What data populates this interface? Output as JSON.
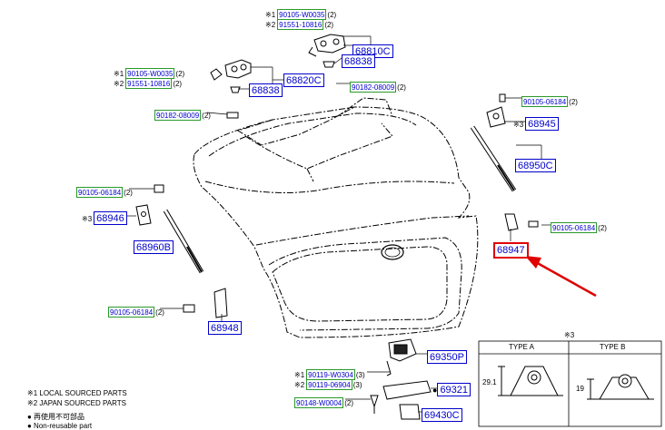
{
  "colors": {
    "part_link": "#0000cc",
    "bolt_border": "#2a9a2a",
    "highlight": "#e00000",
    "line": "#000000"
  },
  "callouts": {
    "c1": {
      "mark": "※1",
      "part": "90105-W0035",
      "qty": "(2)"
    },
    "c2": {
      "mark": "※2",
      "part": "91551-10816",
      "qty": "(2)"
    },
    "c3": {
      "part": "68810C"
    },
    "c4": {
      "part": "68838"
    },
    "c5": {
      "mark": "※1",
      "part": "90105-W0035",
      "qty": "(2)"
    },
    "c6": {
      "mark": "※2",
      "part": "91551-10816",
      "qty": "(2)"
    },
    "c7": {
      "part": "68820C"
    },
    "c8": {
      "part": "68838"
    },
    "c9": {
      "part": "90182-08009",
      "qty": "(2)"
    },
    "c10": {
      "part": "90182-08009",
      "qty": "(2)"
    },
    "c11": {
      "part": "90105-06184",
      "qty": "(2)"
    },
    "c12": {
      "mark": "※3",
      "part": "68945"
    },
    "c13": {
      "part": "68950C"
    },
    "c14": {
      "part": "90105-06184",
      "qty": "(2)"
    },
    "c15": {
      "mark": "※3",
      "part": "68946"
    },
    "c16": {
      "part": "68960B"
    },
    "c17": {
      "part": "90105-06184",
      "qty": "(2)"
    },
    "c18": {
      "part": "68947"
    },
    "c19": {
      "part": "90105-06184",
      "qty": "(2)"
    },
    "c20": {
      "part": "68948"
    },
    "c21": {
      "part": "69350P"
    },
    "c22": {
      "mark": "※1",
      "part": "90119-W0304",
      "qty": "(3)"
    },
    "c23": {
      "mark": "※2",
      "part": "90119-06904",
      "qty": "(3)"
    },
    "c24": {
      "part": "69321"
    },
    "c25": {
      "part": "90148-W0004",
      "qty": "(2)"
    },
    "c26": {
      "part": "69430C"
    }
  },
  "notes": {
    "local": "※1  LOCAL SOURCED PARTS",
    "japan": "※2  JAPAN SOURCED PARTS",
    "reuse": "● 再使用不可部品",
    "nonreuse": "● Non-reusable part"
  },
  "type_table": {
    "mark": "※3",
    "type_a": "TYPE A",
    "type_b": "TYPE B",
    "dim_a": "29.1",
    "dim_b": "19"
  }
}
